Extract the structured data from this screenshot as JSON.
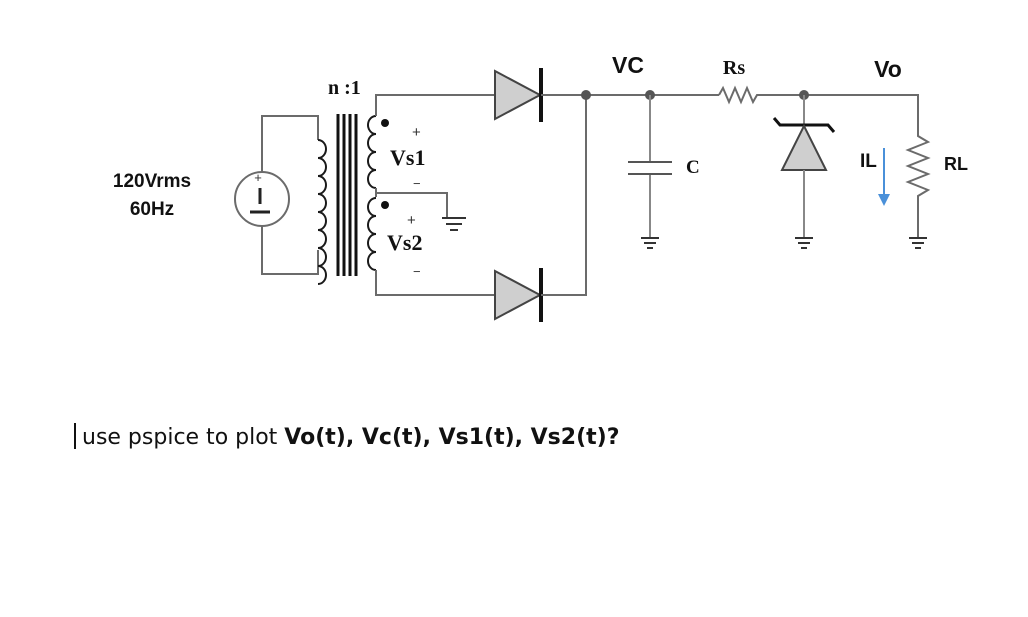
{
  "labels": {
    "source_voltage": "120Vrms",
    "source_freq": "60Hz",
    "turns_ratio": "n :1",
    "vs1": "Vs1",
    "vs2": "Vs2",
    "vc": "VC",
    "capacitor": "C",
    "rs": "Rs",
    "vo": "Vo",
    "il": "IL",
    "rl": "RL",
    "plus": "+",
    "minus": "−"
  },
  "question": {
    "prefix": "use pspice to plot ",
    "signals": "Vo(t), Vc(t), Vs1(t), Vs2(t)?"
  },
  "colors": {
    "wire": "#6b6b6b",
    "diode_fill": "#cfcfcf",
    "arrow": "#4a90d9"
  }
}
